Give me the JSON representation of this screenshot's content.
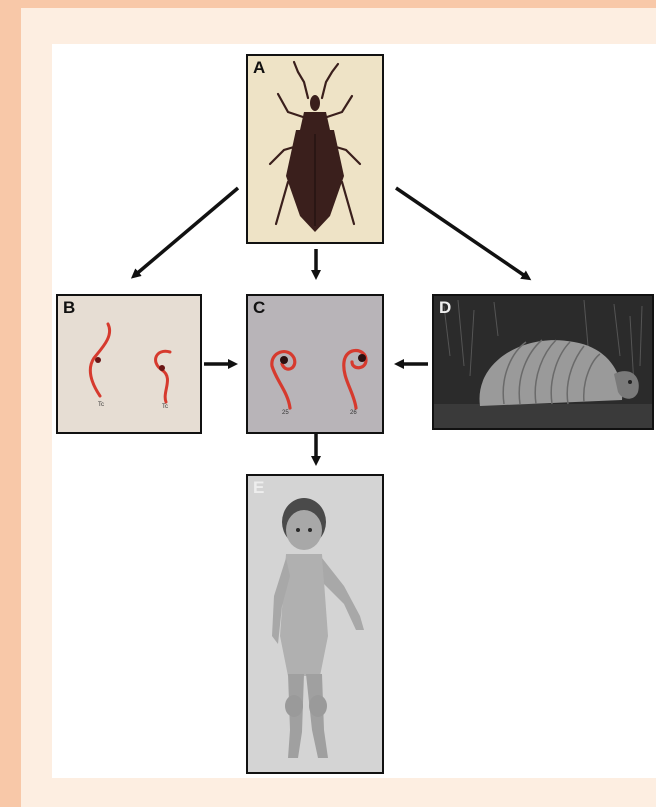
{
  "panels": {
    "a": {
      "label": "A"
    },
    "b": {
      "label": "B",
      "cell_1": "Tc",
      "cell_2": "Tc"
    },
    "c": {
      "label": "C",
      "cell_1": "25",
      "cell_2": "26"
    },
    "d": {
      "label": "D"
    },
    "e": {
      "label": "E"
    }
  },
  "colors": {
    "page_border": "#f8c8a8",
    "page_inner": "#fdeee1",
    "trypanosome": "#d63a2e",
    "bug_body": "#3a1f1c"
  }
}
